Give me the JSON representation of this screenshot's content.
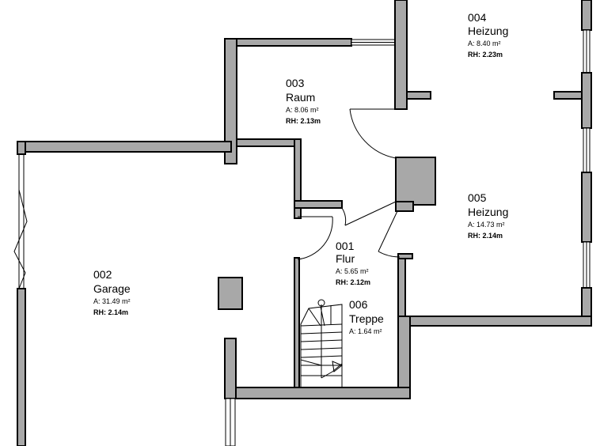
{
  "rooms": [
    {
      "number": "004",
      "name": "Heizung",
      "area": "A: 8.40 m²",
      "height": "RH: 2.23m"
    },
    {
      "number": "003",
      "name": "Raum",
      "area": "A: 8.06 m²",
      "height": "RH: 2.13m"
    },
    {
      "number": "005",
      "name": "Heizung",
      "area": "A: 14.73 m²",
      "height": "RH: 2.14m"
    },
    {
      "number": "001",
      "name": "Flur",
      "area": "A: 5.65 m²",
      "height": "RH: 2.12m"
    },
    {
      "number": "002",
      "name": "Garage",
      "area": "A: 31.49 m²",
      "height": "RH: 2.14m"
    },
    {
      "number": "006",
      "name": "Treppe",
      "area": "A: 1.64 m²",
      "height": ""
    }
  ]
}
